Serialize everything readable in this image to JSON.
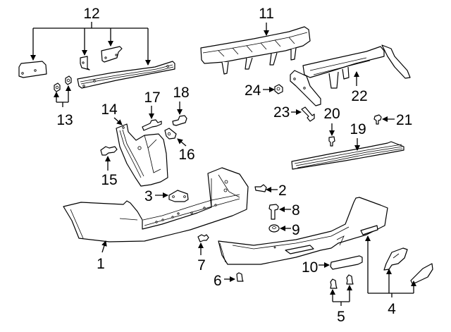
{
  "diagram": {
    "type": "exploded-parts-diagram",
    "subject": "rear bumper components",
    "colors": {
      "line": "#000000",
      "background": "#ffffff"
    },
    "callouts": [
      {
        "id": "1",
        "label": "1"
      },
      {
        "id": "2",
        "label": "2"
      },
      {
        "id": "3",
        "label": "3"
      },
      {
        "id": "4",
        "label": "4"
      },
      {
        "id": "5",
        "label": "5"
      },
      {
        "id": "6",
        "label": "6"
      },
      {
        "id": "7",
        "label": "7"
      },
      {
        "id": "8",
        "label": "8"
      },
      {
        "id": "9",
        "label": "9"
      },
      {
        "id": "10",
        "label": "10"
      },
      {
        "id": "11",
        "label": "11"
      },
      {
        "id": "12",
        "label": "12"
      },
      {
        "id": "13",
        "label": "13"
      },
      {
        "id": "14",
        "label": "14"
      },
      {
        "id": "15",
        "label": "15"
      },
      {
        "id": "16",
        "label": "16"
      },
      {
        "id": "17",
        "label": "17"
      },
      {
        "id": "18",
        "label": "18"
      },
      {
        "id": "19",
        "label": "19"
      },
      {
        "id": "20",
        "label": "20"
      },
      {
        "id": "21",
        "label": "21"
      },
      {
        "id": "22",
        "label": "22"
      },
      {
        "id": "23",
        "label": "23"
      },
      {
        "id": "24",
        "label": "24"
      }
    ]
  }
}
